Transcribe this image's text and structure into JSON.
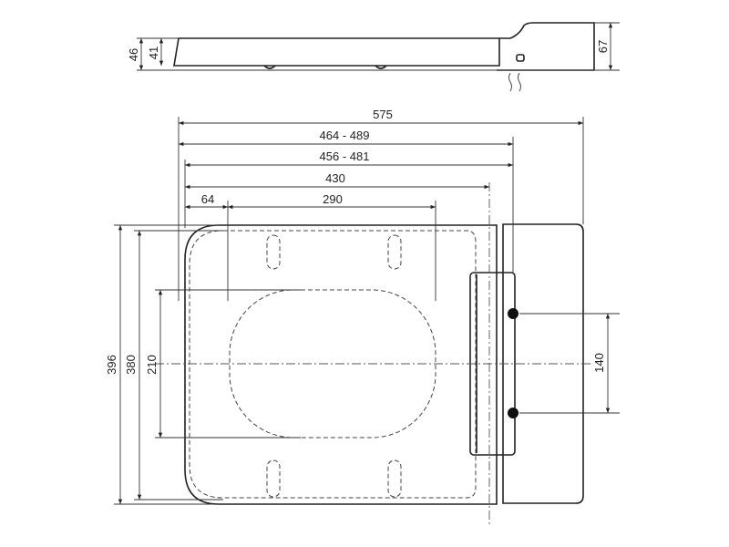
{
  "side_view": {
    "dims": {
      "height_total": "46",
      "height_seat": "41",
      "height_hinge": "67"
    }
  },
  "plan_view": {
    "horizontal_dims": {
      "overall": "575",
      "range_1": "464 - 489",
      "range_2": "456 - 481",
      "seat_length": "430",
      "offset": "64",
      "fixing_span": "290"
    },
    "vertical_dims": {
      "overall_width": "396",
      "seat_width": "380",
      "opening_width": "210",
      "hinge_spacing": "140"
    }
  }
}
